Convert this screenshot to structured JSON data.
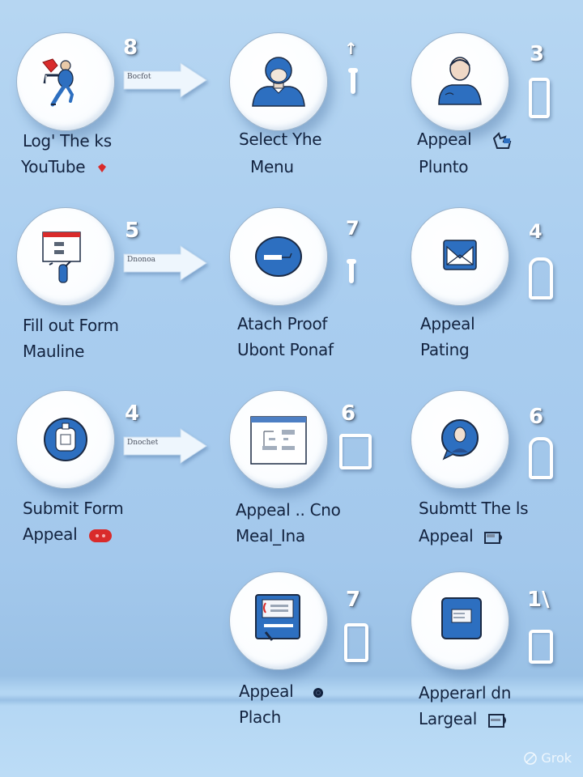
{
  "theme": {
    "background": "#a9cdef",
    "disc_fill": "#ffffff",
    "icon_blue": "#2d6fc0",
    "icon_red": "#d92b2b",
    "text_color": "#13233f"
  },
  "steps": [
    {
      "id": "step-1",
      "number": "8",
      "label_line1": "Log' The ks",
      "label_line2": "YouTube",
      "icon": "person-running-icon",
      "marker": "arrow",
      "arrow_text": "Bocfot",
      "badge": "red-gem-icon"
    },
    {
      "id": "step-2",
      "number": "",
      "label_line1": "Select Yhe",
      "label_line2": "Menu",
      "icon": "person-helmet-icon",
      "marker": "pin",
      "pin_glyph": "up-arrow-icon"
    },
    {
      "id": "step-3",
      "number": "3",
      "label_line1": "Appeal",
      "label_line2": "Plunto",
      "icon": "person-bust-icon",
      "marker": "slot",
      "badge": "puzzle-icon"
    },
    {
      "id": "step-4",
      "number": "5",
      "label_line1": "Fill out  Form",
      "label_line2": "Mauline",
      "icon": "form-window-icon",
      "marker": "arrow",
      "arrow_text": "Dnonoa"
    },
    {
      "id": "step-5",
      "number": "7",
      "label_line1": "Atach Proof",
      "label_line2": "Ubont Ponaf",
      "icon": "minus-circle-icon",
      "marker": "pin"
    },
    {
      "id": "step-6",
      "number": "4",
      "label_line1": "Appeal",
      "label_line2": "Pating",
      "icon": "envelope-icon",
      "marker": "slot"
    },
    {
      "id": "step-7",
      "number": "4",
      "label_line1": "Submit  Form",
      "label_line2": "Appeal",
      "icon": "clipboard-icon",
      "marker": "arrow",
      "arrow_text": "Dnochet",
      "badge": "red-pill-icon"
    },
    {
      "id": "step-8",
      "number": "6",
      "label_line1": "Appeal .. Cno",
      "label_line2": "Meal_Ina",
      "icon": "browser-window-icon",
      "marker": "frame"
    },
    {
      "id": "step-9",
      "number": "6",
      "label_line1": "Submtt The ls",
      "label_line2": "Appeal",
      "icon": "chat-person-icon",
      "marker": "slot",
      "badge": "card-icon"
    },
    {
      "id": "step-10",
      "number": "7",
      "label_line1": "Appeal",
      "label_line2": "Plach",
      "icon": "document-search-icon",
      "marker": "slot",
      "badge": "dot-icon"
    },
    {
      "id": "step-11",
      "number": "1\\",
      "label_line1": "Apperarl dn",
      "label_line2": "Largeal",
      "icon": "document-card-icon",
      "marker": "slot",
      "badge": "card-icon"
    }
  ],
  "watermark": {
    "text": "Grok"
  }
}
